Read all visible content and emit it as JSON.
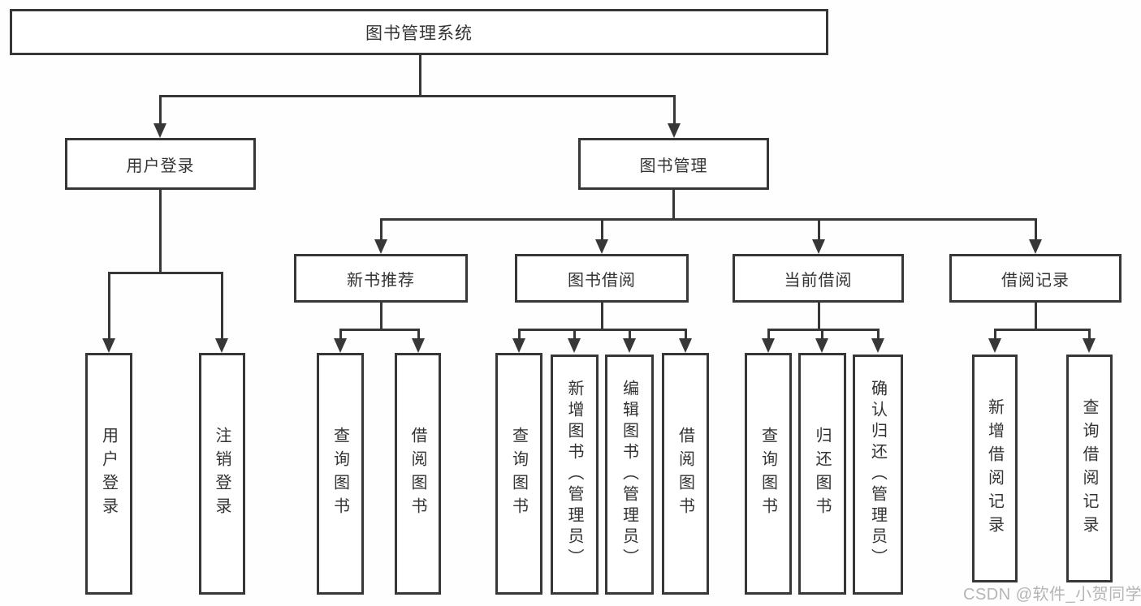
{
  "diagram_title": "图书管理系统",
  "colors": {
    "line": "#373737",
    "text": "#333333",
    "background": "#ffffff",
    "watermark": "#b5b5b5"
  },
  "nodes": {
    "root": "图书管理系统",
    "level2": [
      "用户登录",
      "图书管理"
    ],
    "level3": [
      "新书推荐",
      "图书借阅",
      "当前借阅",
      "借阅记录"
    ],
    "leaves": {
      "login": [
        "用户登录",
        "注销登录"
      ],
      "recommend": [
        "查询图书",
        "借阅图书"
      ],
      "borrow": [
        "查询图书",
        "新增图书（管理员）",
        "编辑图书（管理员）",
        "借阅图书"
      ],
      "current": [
        "查询图书",
        "归还图书",
        "确认归还（管理员）"
      ],
      "records": [
        "新增借阅记录",
        "查询借阅记录"
      ]
    }
  },
  "watermark": "CSDN @软件_小贺同学"
}
